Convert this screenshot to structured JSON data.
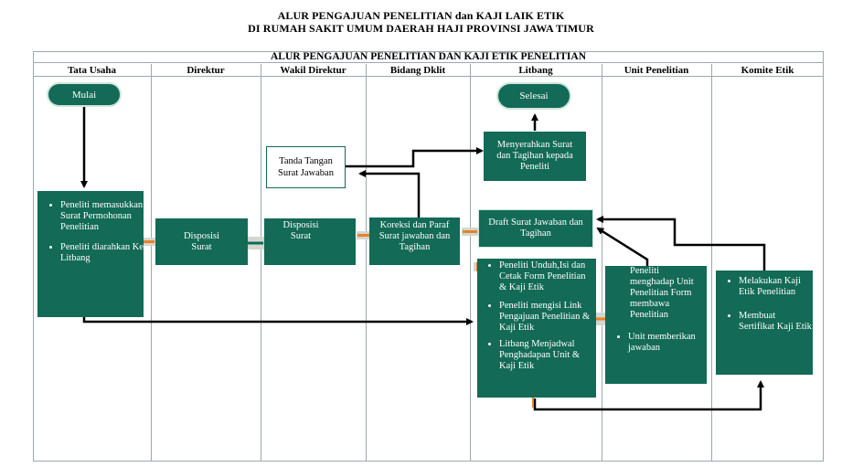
{
  "header": {
    "title_line1": "ALUR PENGAJUAN PENELITIAN dan KAJI LAIK ETIK",
    "title_line2": "DI RUMAH SAKIT UMUM DAERAH HAJI PROVINSI JAWA TIMUR"
  },
  "diagram": {
    "frame_title": "ALUR PENGAJUAN PENELITIAN DAN KAJI ETIK PENELITIAN",
    "lanes": [
      "Tata Usaha",
      "Direktur",
      "Wakil Direktur",
      "Bidang Dklit",
      "Litbang",
      "Unit Penelitian",
      "Komite Etik"
    ],
    "start": "Mulai",
    "end": "Selesai",
    "tata_usaha_items": [
      "Peneliti memasukkan Surat Permohonan Penelitian",
      "Peneliti diarahkan Ke Litbang"
    ],
    "direktur_box": "Disposisi Surat",
    "wakil_box": "Disposisi Surat",
    "tanda_tangan": "Tanda Tangan Surat Jawaban",
    "bidang_box": "Koreksi dan Paraf Surat jawaban dan Tagihan",
    "menyerahkan": "Menyerahkan Surat dan Tagihan kepada Peneliti",
    "draft": "Draft Surat Jawaban dan Tagihan",
    "litbang_items": [
      "Peneliti Unduh,Isi dan Cetak Form Penelitian & Kaji Etik",
      "Peneliti mengisi Link Pengajuan Penelitian & Kaji Etik",
      "Litbang Menjadwal Penghadapan Unit & Kaji Etik"
    ],
    "unit_items": [
      "Peneliti menghadap Unit Penelitian Form membawa Penelitian",
      "Unit memberikan jawaban"
    ],
    "komite_items": [
      "Melakukan Kaji Etik Penelitian",
      "Membuat Sertifikat Kaji Etik"
    ],
    "colors": {
      "node_fill": "#136a56",
      "line": "#000000",
      "connector": "#e8822a"
    }
  }
}
